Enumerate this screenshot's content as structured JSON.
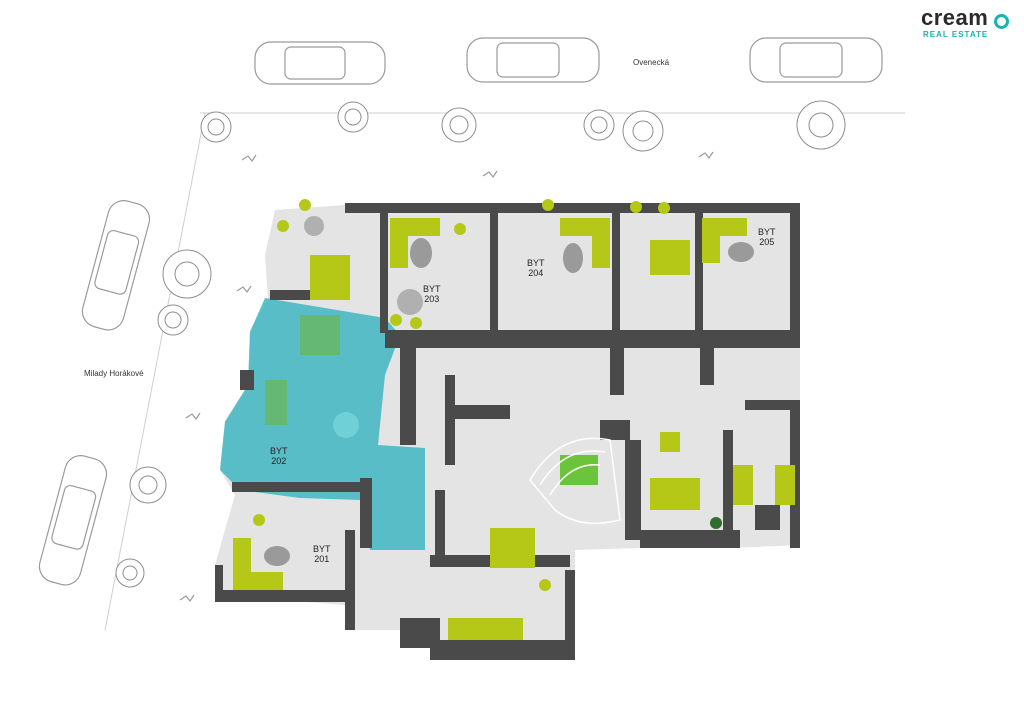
{
  "brand": {
    "name": "cream",
    "sub": "REAL ESTATE",
    "accent": "#19b4b0"
  },
  "streets": {
    "north": "Ovenecká",
    "west": "Milady Horákové"
  },
  "units": [
    {
      "id": "201",
      "line1": "BYT",
      "line2": "201"
    },
    {
      "id": "202",
      "line1": "BYT",
      "line2": "202",
      "highlighted": true
    },
    {
      "id": "203",
      "line1": "BYT",
      "line2": "203"
    },
    {
      "id": "204",
      "line1": "BYT",
      "line2": "204"
    },
    {
      "id": "205",
      "line1": "BYT",
      "line2": "205"
    }
  ],
  "colors": {
    "wall": "#4a4a4a",
    "floor": "#e4e4e4",
    "furniture": "#b5c818",
    "highlight": "#3fb6c2"
  }
}
